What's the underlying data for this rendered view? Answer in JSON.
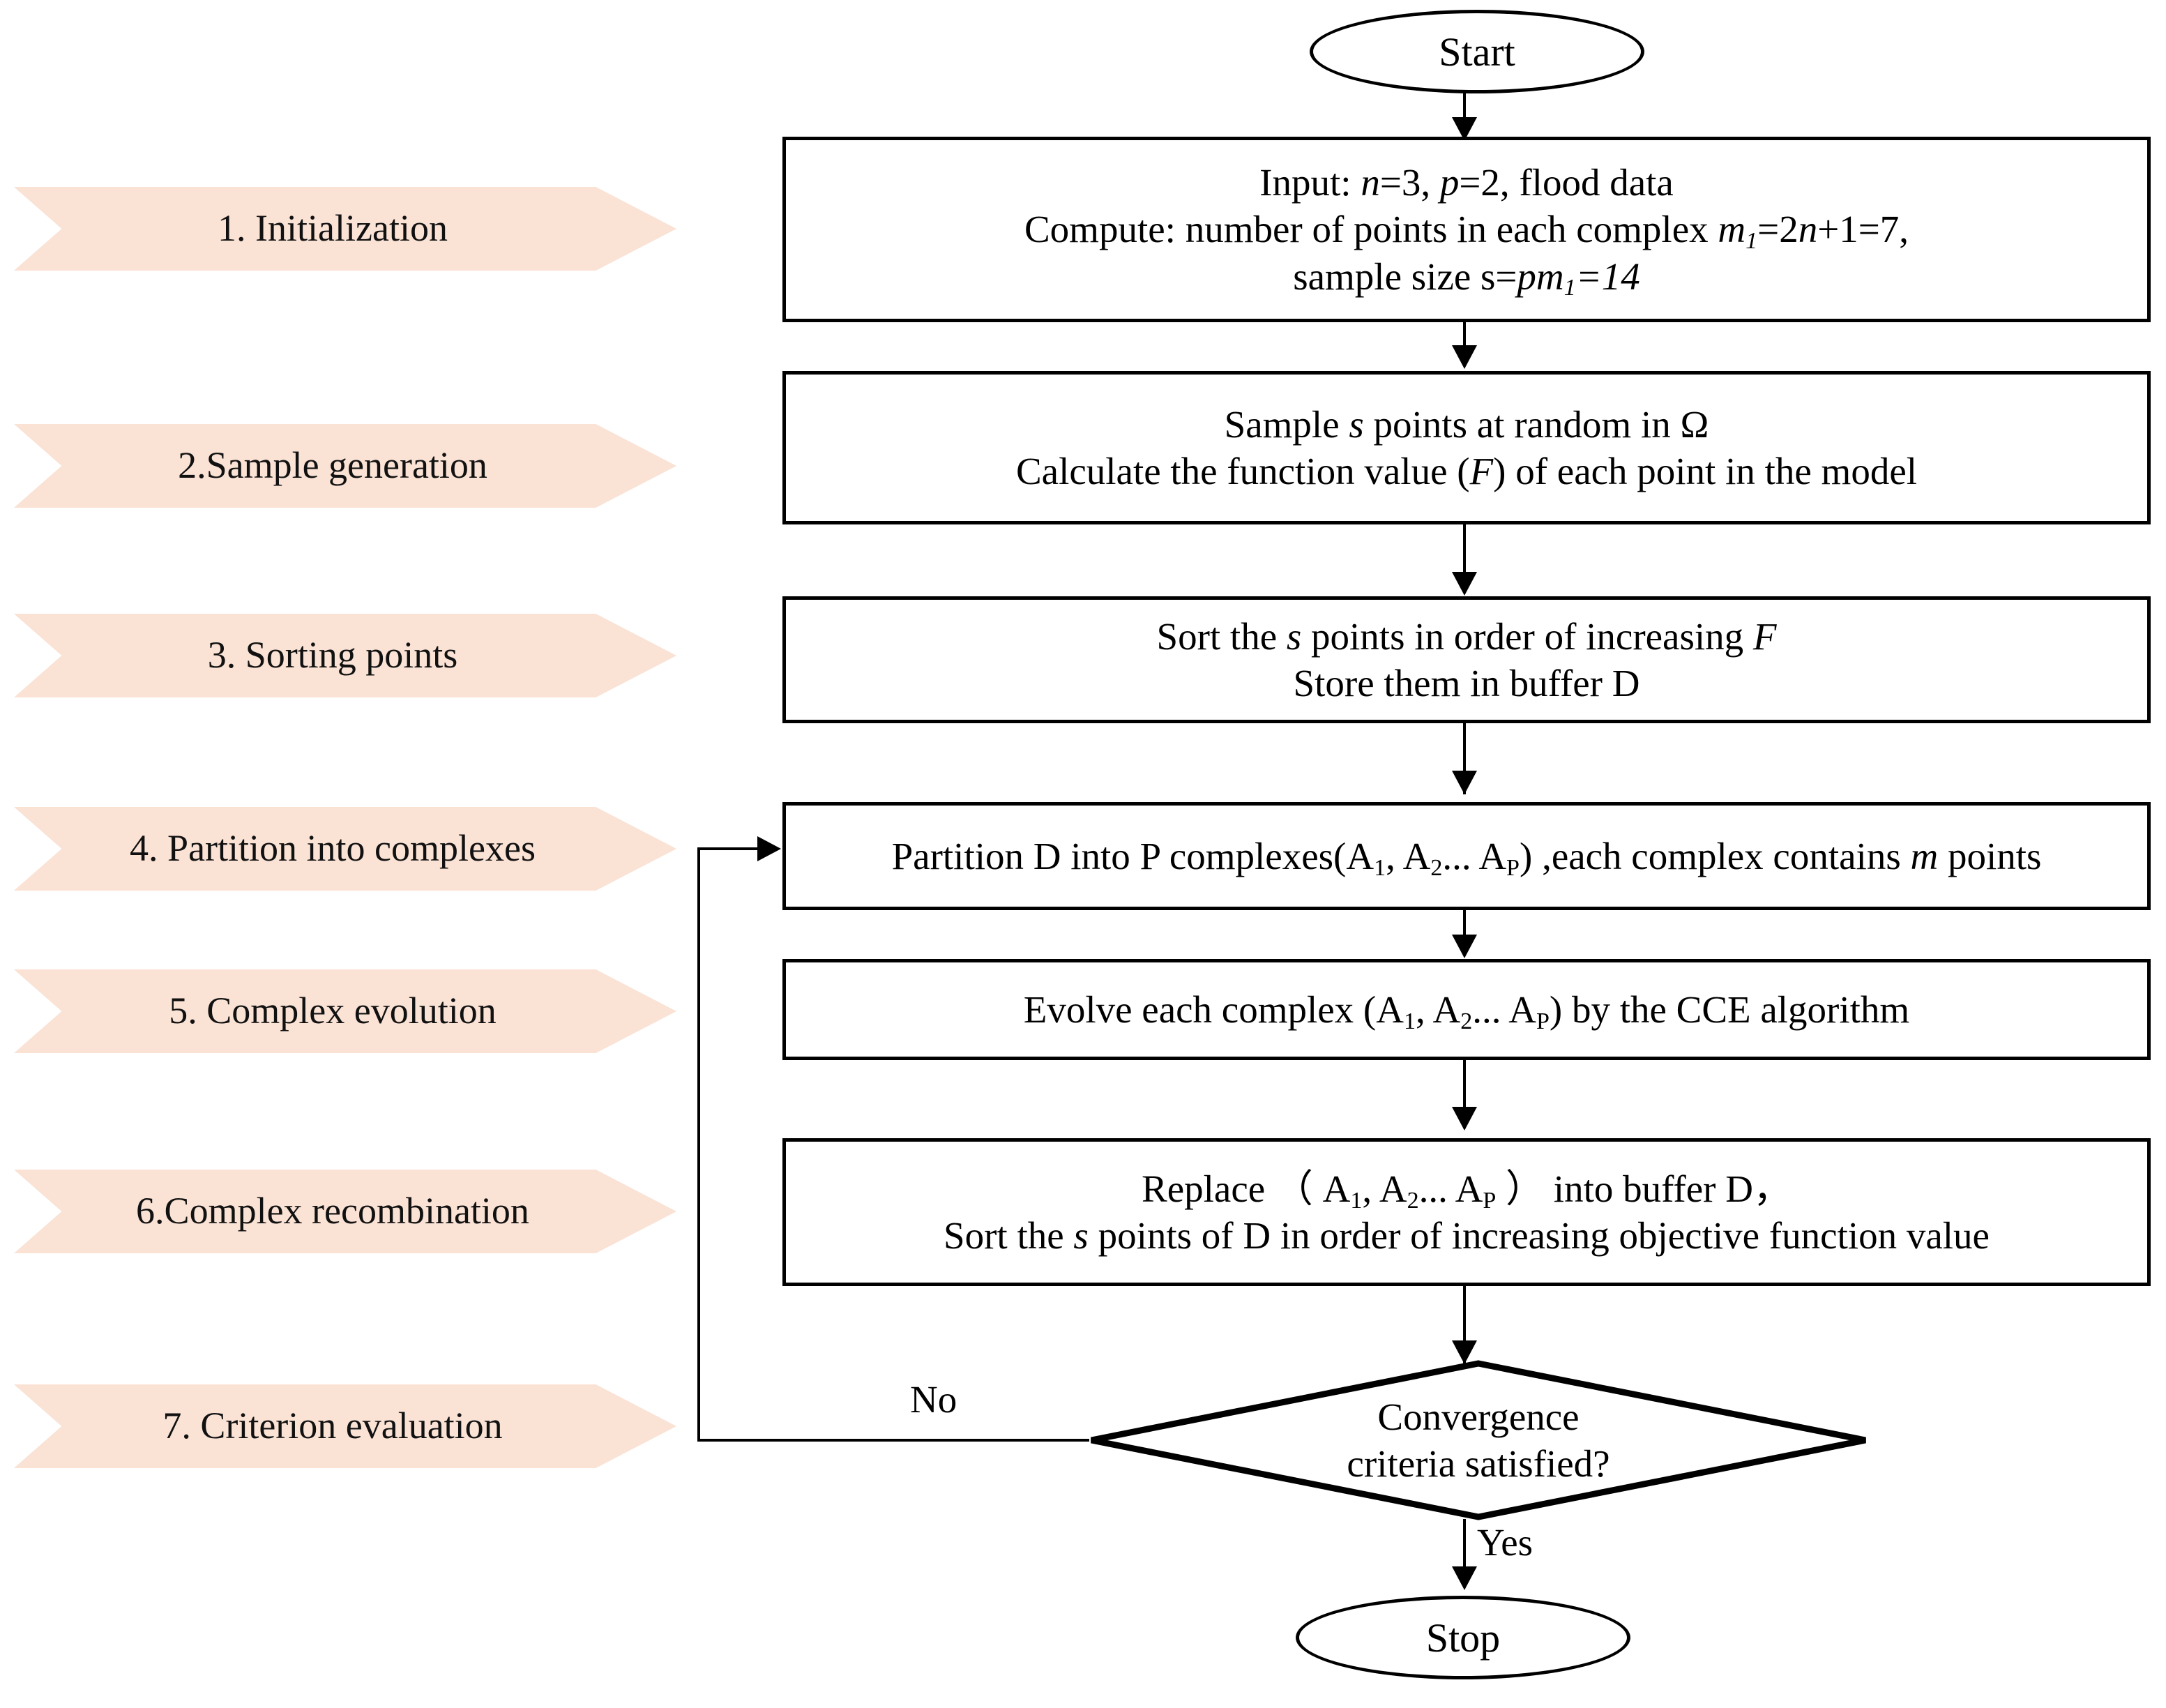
{
  "diagram": {
    "title": "SCE-UA algorithm flowchart",
    "accent_color": "#FAE2D5",
    "line_color": "#000000"
  },
  "stages": [
    {
      "label": "1. Initialization"
    },
    {
      "label": "2.Sample generation"
    },
    {
      "label": "3. Sorting points"
    },
    {
      "label": "4. Partition into complexes"
    },
    {
      "label": "5. Complex evolution"
    },
    {
      "label": "6.Complex recombination"
    },
    {
      "label": "7. Criterion evaluation"
    }
  ],
  "nodes": {
    "start": {
      "label": "Start",
      "shape": "ellipse"
    },
    "stop": {
      "label": "Stop",
      "shape": "ellipse"
    },
    "initialization": {
      "shape": "process",
      "lines": [
        "Input: n=3, p=2, flood data",
        "Compute: number of points in each complex m1=2n+1=7,",
        "sample size s=pm1=14"
      ],
      "line1": {
        "pre": "Input: ",
        "v1": "n",
        "mid": "=3, ",
        "v2": "p",
        "post": "=2, flood data"
      },
      "line2": {
        "pre": "Compute: number of points in each complex ",
        "sym": "m",
        "sub": "1",
        "mid": "=2",
        "v": "n",
        "post": "+1=7,"
      },
      "line3": {
        "pre": "sample size s=",
        "em": "pm",
        "sub": "1",
        "post": "=14"
      }
    },
    "sample_generation": {
      "shape": "process",
      "lines": [
        "Sample s points at random in Ω",
        "Calculate the function value (F) of each point in the model"
      ],
      "line1": {
        "pre": "Sample ",
        "v": "s",
        "post": " points at random in  Ω"
      },
      "line2": {
        "pre": "Calculate the function value (",
        "v": "F",
        "post": ") of each point in the model"
      }
    },
    "sorting_points": {
      "shape": "process",
      "lines": [
        "Sort the s points in order of increasing F",
        "Store them in buffer D"
      ],
      "line1": {
        "pre": "Sort the ",
        "v": "s",
        "mid": " points in order of increasing ",
        "v2": "F"
      },
      "line2": {
        "text": "Store them in buffer D"
      }
    },
    "partition": {
      "shape": "process",
      "lines": [
        "Partition D into P complexes(A1, A2... AP) ,each complex contains m points"
      ],
      "parts": {
        "pre": "Partition D into P complexes(A",
        "s1": "1",
        "mid1": ", A",
        "s2": "2",
        "mid2": "... A",
        "s3": "P",
        "mid3": ") ,each complex contains ",
        "v": "m",
        "post": " points"
      }
    },
    "evolution": {
      "shape": "process",
      "lines": [
        "Evolve each complex (A1, A2... AP) by the CCE algorithm"
      ],
      "parts": {
        "pre": "Evolve each complex (A",
        "s1": "1",
        "mid1": ", A",
        "s2": "2",
        "mid2": "... A",
        "s3": "P",
        "post": ") by the CCE algorithm"
      }
    },
    "recombination": {
      "shape": "process",
      "lines": [
        "Replace （ A1, A2... AP ） into buffer D，",
        "Sort the s points of D in order of increasing objective function value"
      ],
      "line1": {
        "pre": "Replace （ A",
        "s1": "1",
        "mid1": ", A",
        "s2": "2",
        "mid2": "... A",
        "s3": "P",
        "post": " ） into buffer D，"
      },
      "line2": {
        "pre": "Sort the ",
        "v": "s",
        "post": " points of D in order of increasing objective function value"
      }
    },
    "decision": {
      "shape": "diamond",
      "line1": "Convergence",
      "line2": "criteria satisfied?"
    }
  },
  "edges": {
    "no_label": "No",
    "yes_label": "Yes"
  }
}
